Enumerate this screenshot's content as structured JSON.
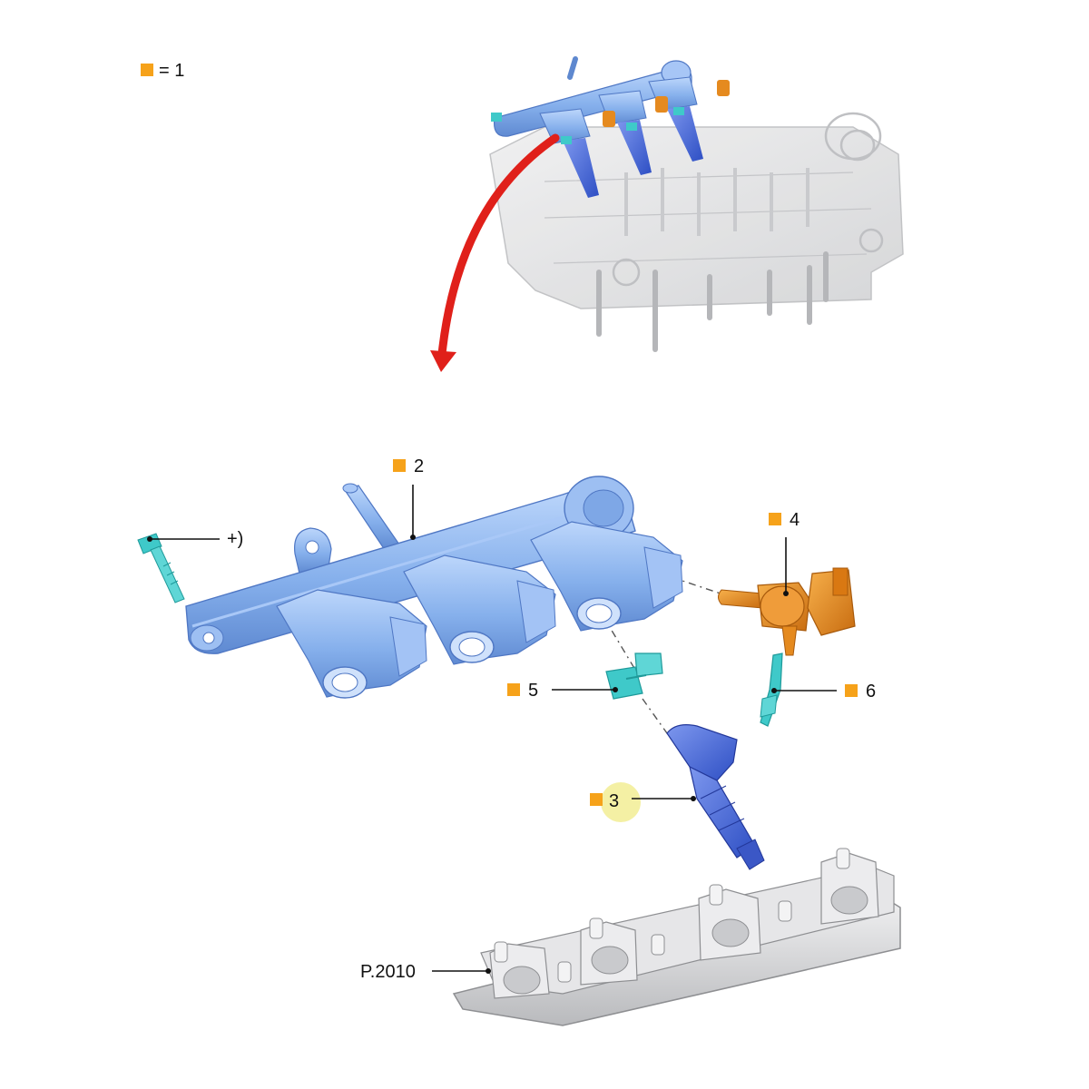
{
  "legend": {
    "text": "= 1"
  },
  "callouts": {
    "c2": "2",
    "c3": "3",
    "c4": "4",
    "c5": "5",
    "c6": "6",
    "bolt": "+)",
    "ref": "P.2010"
  },
  "colors": {
    "marker": "#f6a21a",
    "rail": "#8ab4ee",
    "rail_dark": "#5e88cf",
    "injector": "#4c6ed8",
    "sensor": "#e58a1f",
    "clip": "#3fc9c9",
    "engine_gray": "#d9dadc",
    "arrow": "#e0201a",
    "highlight": "#f3ee9a"
  }
}
